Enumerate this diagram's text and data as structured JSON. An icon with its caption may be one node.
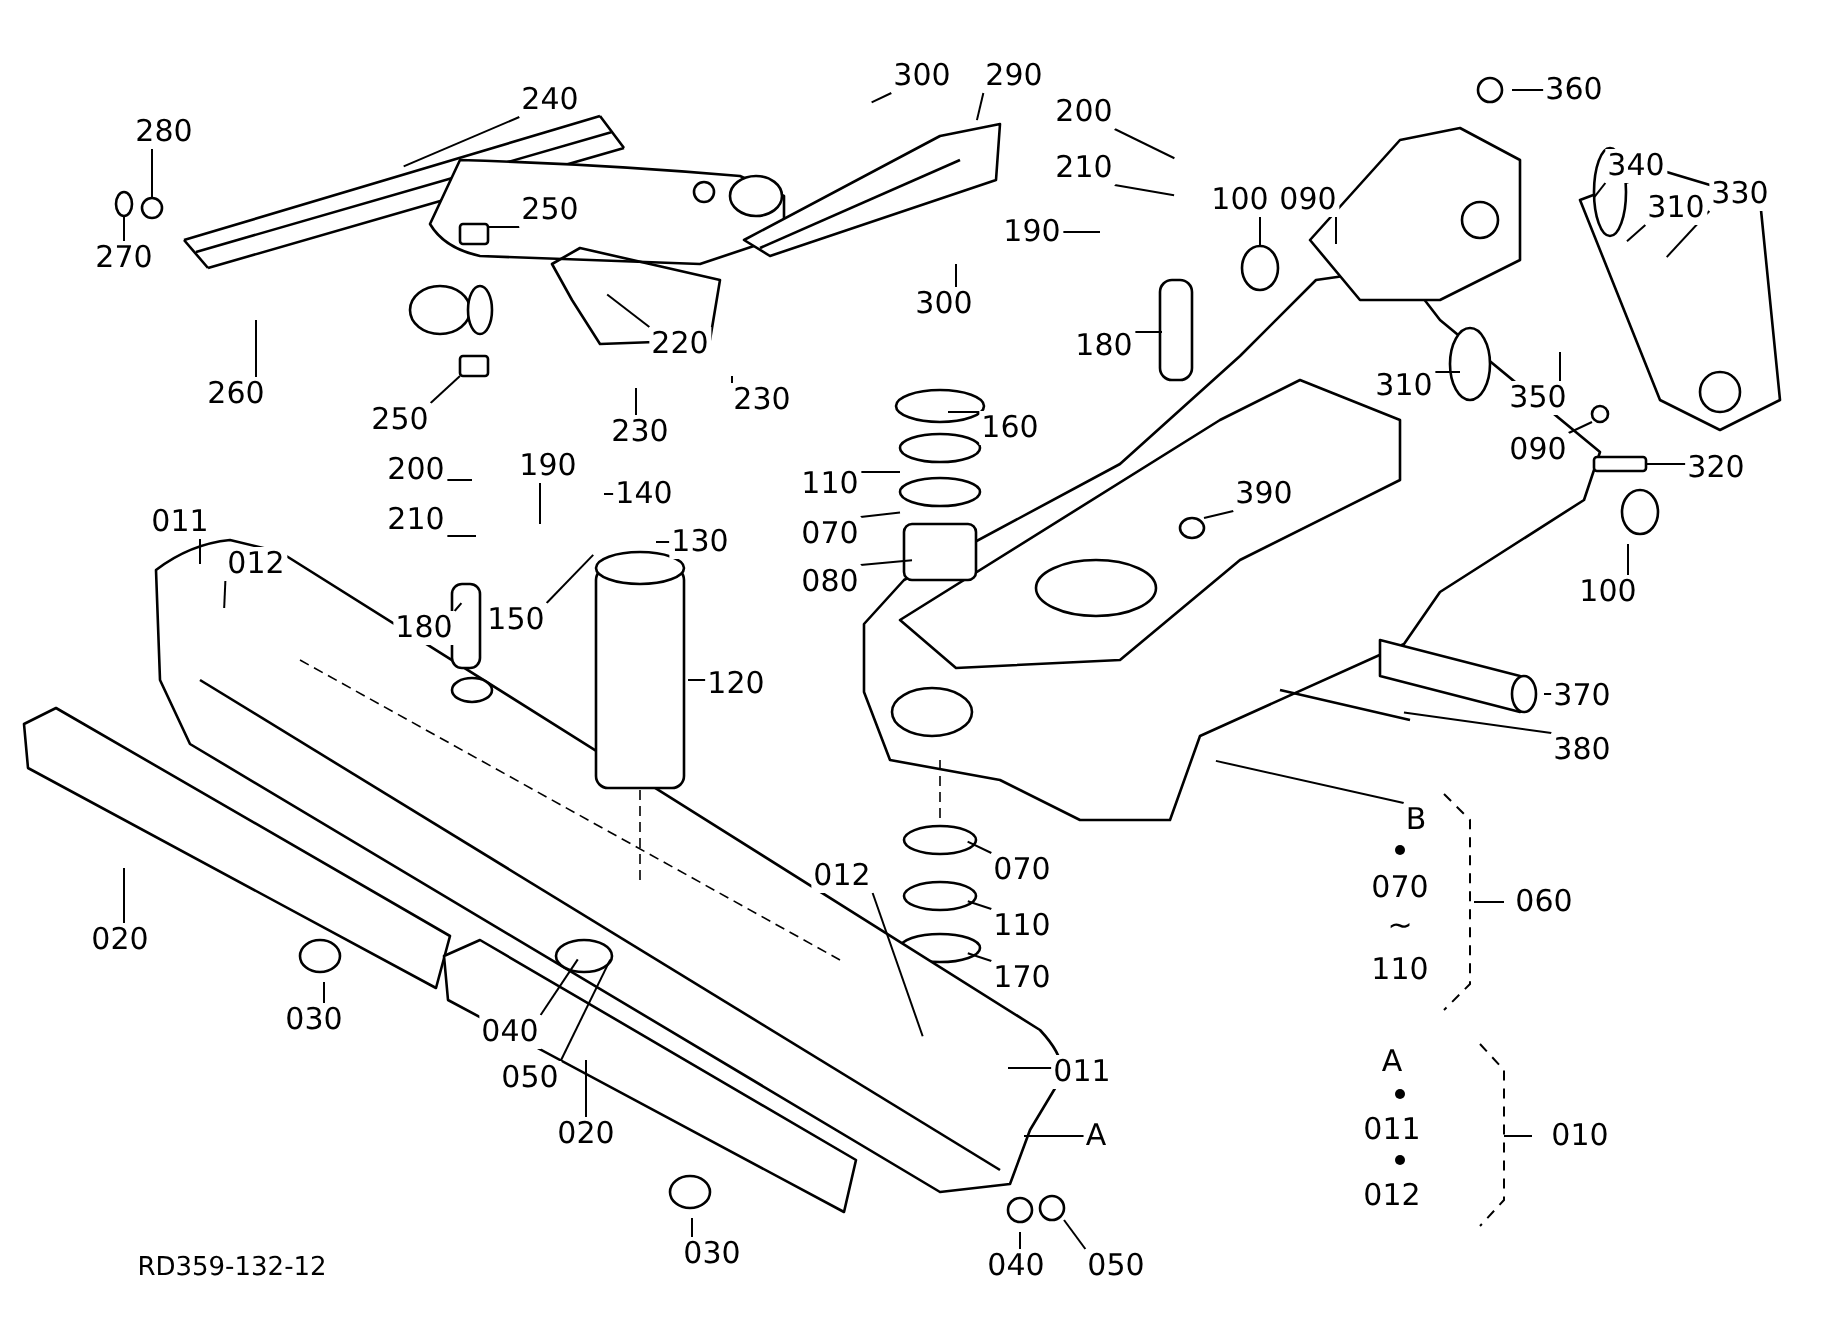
{
  "diagram": {
    "nodes": [
      {
        "text": [
          "240"
        ]
      },
      {
        "text": [
          "280"
        ]
      },
      {
        "text": [
          "270"
        ]
      },
      {
        "text": [
          "250"
        ]
      },
      {
        "text": [
          "260"
        ]
      },
      {
        "text": [
          "250"
        ]
      },
      {
        "text": [
          "220"
        ]
      },
      {
        "text": [
          "230"
        ]
      },
      {
        "text": [
          "230"
        ]
      },
      {
        "text": [
          "300"
        ]
      },
      {
        "text": [
          "290"
        ]
      },
      {
        "text": [
          "300"
        ]
      },
      {
        "text": [
          "200"
        ]
      },
      {
        "text": [
          "210"
        ]
      },
      {
        "text": [
          "190"
        ]
      },
      {
        "text": [
          "180"
        ]
      },
      {
        "text": [
          "100"
        ]
      },
      {
        "text": [
          "090"
        ]
      },
      {
        "text": [
          "360"
        ]
      },
      {
        "text": [
          "340"
        ]
      },
      {
        "text": [
          "310"
        ]
      },
      {
        "text": [
          "330"
        ]
      },
      {
        "text": [
          "310"
        ]
      },
      {
        "text": [
          "350"
        ]
      },
      {
        "text": [
          "090"
        ]
      },
      {
        "text": [
          "320"
        ]
      },
      {
        "text": [
          "100"
        ]
      },
      {
        "text": [
          "160"
        ]
      },
      {
        "text": [
          "110"
        ]
      },
      {
        "text": [
          "070"
        ]
      },
      {
        "text": [
          "080"
        ]
      },
      {
        "text": [
          "390"
        ]
      },
      {
        "text": [
          "370"
        ]
      },
      {
        "text": [
          "380"
        ]
      },
      {
        "text": [
          "200"
        ]
      },
      {
        "text": [
          "190"
        ]
      },
      {
        "text": [
          "210"
        ]
      },
      {
        "text": [
          "140"
        ]
      },
      {
        "text": [
          "130"
        ]
      },
      {
        "text": [
          "150"
        ]
      },
      {
        "text": [
          "180"
        ]
      },
      {
        "text": [
          "120"
        ]
      },
      {
        "text": [
          "011"
        ]
      },
      {
        "text": [
          "012"
        ]
      },
      {
        "text": [
          "020"
        ]
      },
      {
        "text": [
          "030"
        ]
      },
      {
        "text": [
          "040"
        ]
      },
      {
        "text": [
          "050"
        ]
      },
      {
        "text": [
          "012"
        ]
      },
      {
        "text": [
          "011"
        ]
      },
      {
        "text": [
          "020"
        ]
      },
      {
        "text": [
          "030"
        ]
      },
      {
        "text": [
          "040"
        ]
      },
      {
        "text": [
          "050"
        ]
      },
      {
        "text": [
          "070"
        ]
      },
      {
        "text": [
          "110"
        ]
      },
      {
        "text": [
          "170"
        ]
      },
      {
        "text": [
          "B"
        ]
      },
      {
        "text": [
          "A"
        ]
      },
      {
        "text": [],
        "shape": "circle"
      },
      {
        "text": [],
        "shape": "box"
      },
      {
        "text": [],
        "shape": "box"
      },
      {
        "text": [],
        "shape": "box"
      },
      {
        "text": [],
        "shape": "circle"
      },
      {
        "text": [],
        "shape": "circle"
      },
      {
        "text": [],
        "shape": "circle"
      },
      {
        "text": [],
        "shape": "circle"
      },
      {
        "text": [],
        "shape": "circle"
      }
    ],
    "edges": [
      {
        "from": 0,
        "to": null,
        "arrow": "none"
      },
      {
        "from": 1,
        "to": 65,
        "arrow": "none"
      },
      {
        "from": 2,
        "to": 59,
        "arrow": "none"
      },
      {
        "from": 3,
        "to": 60,
        "arrow": "none"
      },
      {
        "from": 4,
        "to": null,
        "arrow": "none"
      },
      {
        "from": 5,
        "to": 61,
        "arrow": "none"
      },
      {
        "from": 6,
        "to": null,
        "arrow": "none"
      },
      {
        "from": 7,
        "to": null,
        "arrow": "none"
      },
      {
        "from": 8,
        "to": null,
        "arrow": "none"
      },
      {
        "from": 9,
        "to": null,
        "arrow": "none"
      },
      {
        "from": 10,
        "to": null,
        "arrow": "none"
      },
      {
        "from": 11,
        "to": null,
        "arrow": "none"
      },
      {
        "from": 12,
        "to": null,
        "arrow": "none"
      },
      {
        "from": 13,
        "to": null,
        "arrow": "none"
      },
      {
        "from": 14,
        "to": null,
        "arrow": "none"
      },
      {
        "from": 15,
        "to": null,
        "arrow": "none"
      },
      {
        "from": 16,
        "to": 66,
        "arrow": "none"
      },
      {
        "from": 17,
        "to": null,
        "arrow": "none"
      },
      {
        "from": 18,
        "to": null,
        "arrow": "none"
      },
      {
        "from": 19,
        "to": null,
        "arrow": "none"
      },
      {
        "from": 20,
        "to": null,
        "arrow": "none"
      },
      {
        "from": 21,
        "to": null,
        "arrow": "none"
      },
      {
        "from": 22,
        "to": null,
        "arrow": "none"
      },
      {
        "from": 23,
        "to": null,
        "arrow": "none"
      },
      {
        "from": 24,
        "to": 67,
        "arrow": "none"
      },
      {
        "from": 25,
        "to": 62,
        "arrow": "none"
      },
      {
        "from": 26,
        "to": null,
        "arrow": "none"
      },
      {
        "from": 27,
        "to": null,
        "arrow": "none"
      },
      {
        "from": 28,
        "to": null,
        "arrow": "none"
      },
      {
        "from": 29,
        "to": null,
        "arrow": "none"
      },
      {
        "from": 30,
        "to": null,
        "arrow": "none"
      },
      {
        "from": 31,
        "to": 63,
        "arrow": "none"
      },
      {
        "from": 32,
        "to": null,
        "arrow": "none"
      },
      {
        "from": 33,
        "to": null,
        "arrow": "none"
      },
      {
        "from": 34,
        "to": null,
        "arrow": "none"
      },
      {
        "from": 35,
        "to": null,
        "arrow": "none"
      },
      {
        "from": 36,
        "to": null,
        "arrow": "none"
      },
      {
        "from": 37,
        "to": null,
        "arrow": "none"
      },
      {
        "from": 38,
        "to": null,
        "arrow": "none"
      },
      {
        "from": 39,
        "to": null,
        "arrow": "none"
      },
      {
        "from": 40,
        "to": null,
        "arrow": "none"
      },
      {
        "from": 41,
        "to": null,
        "arrow": "none"
      },
      {
        "from": 42,
        "to": null,
        "arrow": "none"
      },
      {
        "from": 43,
        "to": null,
        "arrow": "none"
      },
      {
        "from": 44,
        "to": null,
        "arrow": "none"
      },
      {
        "from": 45,
        "to": null,
        "arrow": "none"
      },
      {
        "from": 46,
        "to": null,
        "arrow": "none"
      },
      {
        "from": 47,
        "to": null,
        "arrow": "none"
      },
      {
        "from": 48,
        "to": null,
        "arrow": "none"
      },
      {
        "from": 49,
        "to": null,
        "arrow": "none"
      },
      {
        "from": 50,
        "to": null,
        "arrow": "none"
      },
      {
        "from": 51,
        "to": null,
        "arrow": "none"
      },
      {
        "from": 52,
        "to": null,
        "arrow": "none"
      },
      {
        "from": 53,
        "to": 64,
        "arrow": "none"
      },
      {
        "from": 54,
        "to": null,
        "arrow": "none"
      },
      {
        "from": 55,
        "to": null,
        "arrow": "none"
      },
      {
        "from": 56,
        "to": null,
        "arrow": "none"
      },
      {
        "from": 57,
        "to": null,
        "arrow": "none"
      },
      {
        "from": 58,
        "to": null,
        "arrow": "none"
      }
    ],
    "labels": [
      "070",
      "~",
      "110",
      "060",
      "A",
      "011",
      "012",
      "010",
      "RD359-132-12"
    ]
  }
}
